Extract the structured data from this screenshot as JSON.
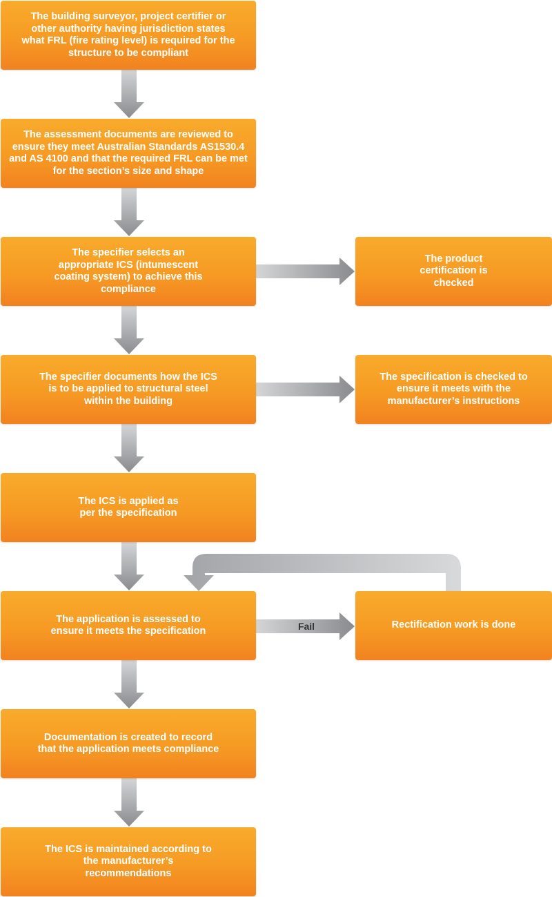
{
  "steps": [
    "The building surveyor, project certifier or other authority having jurisdiction states what FRL (fire rating level) is required for the structure to be compliant",
    "The assessment documents are reviewed to ensure they meet Australian Standards AS1530.4 and AS 4100 and that the required FRL can be met for the section’s size and shape",
    "The specifier selects an appropriate ICS (intumescent coating system) to achieve this compliance",
    "The specifier documents how the ICS is to be applied to structural steel within the building",
    "The ICS is applied as per the specification",
    "The application is assessed to ensure it meets the specification",
    "Documentation is created to record that the application meets compliance",
    "The ICS is maintained according to the manufacturer’s recommendations"
  ],
  "side_steps": [
    "The product certification is checked",
    "The specification is checked to ensure it meets with the manufacturer’s instructions",
    "Rectification work is done"
  ],
  "edge_labels": {
    "fail": "Fail"
  },
  "colors": {
    "box_top": "#f8ab2c",
    "box_bottom": "#f28220",
    "arrow_light": "#d2d3d5",
    "arrow_dark": "#8d8e91",
    "text": "#ffffff"
  }
}
